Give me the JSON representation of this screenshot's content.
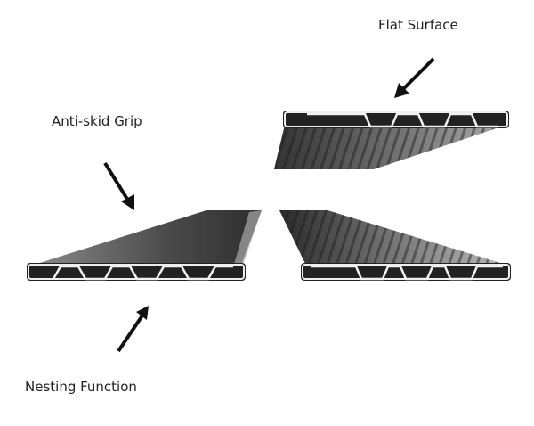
{
  "labels": {
    "flat_surface": "Flat Surface",
    "anti_skid_grip": "Anti-skid Grip",
    "nesting_function": "Nesting Function"
  },
  "colors": {
    "panel_dark": "#3a3a3a",
    "panel_light": "#9a9a9a",
    "arrow": "#111111"
  }
}
